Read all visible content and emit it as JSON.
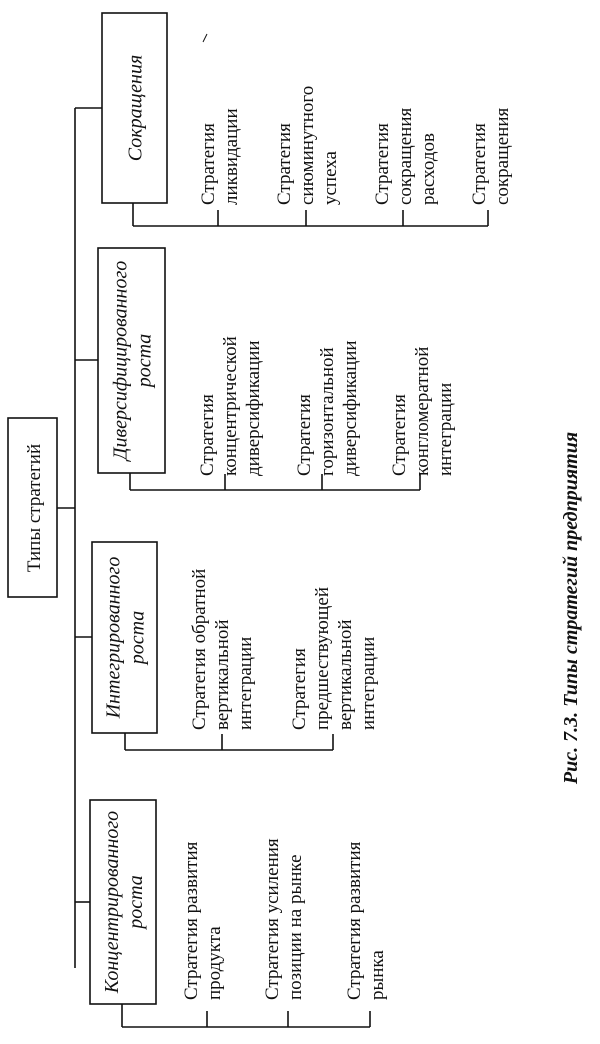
{
  "root": "Типы стратегий",
  "caption": "Рис. 7.3. Типы стратегий предприятия",
  "branches": [
    {
      "title": [
        "Сокращения"
      ],
      "items": [
        [
          "Стратегия",
          "ликвидации"
        ],
        [
          "Стратегия",
          "сиюминутного",
          "успеха"
        ],
        [
          "Стратегия",
          "сокращения",
          "расходов"
        ],
        [
          "Стратегия",
          "сокращения"
        ]
      ]
    },
    {
      "title": [
        "Диверсифицированного",
        "роста"
      ],
      "items": [
        [
          "Стратегия",
          "концентрической",
          "диверсификации"
        ],
        [
          "Стратегия",
          "горизонтальной",
          "диверсификации"
        ],
        [
          "Стратегия",
          "конгломератной",
          "интеграции"
        ]
      ]
    },
    {
      "title": [
        "Интегрированного",
        "роста"
      ],
      "items": [
        [
          "Стратегия обратной",
          "вертикальной",
          "интеграции"
        ],
        [
          "Стратегия",
          "предшествующей",
          "вертикальной",
          "интеграции"
        ]
      ]
    },
    {
      "title": [
        "Концентрированного",
        "роста"
      ],
      "items": [
        [
          "Стратегия развития",
          "продукта"
        ],
        [
          "Стратегия усиления",
          "позиции на рынке"
        ],
        [
          "Стратегия развития",
          "рынка"
        ]
      ]
    }
  ]
}
